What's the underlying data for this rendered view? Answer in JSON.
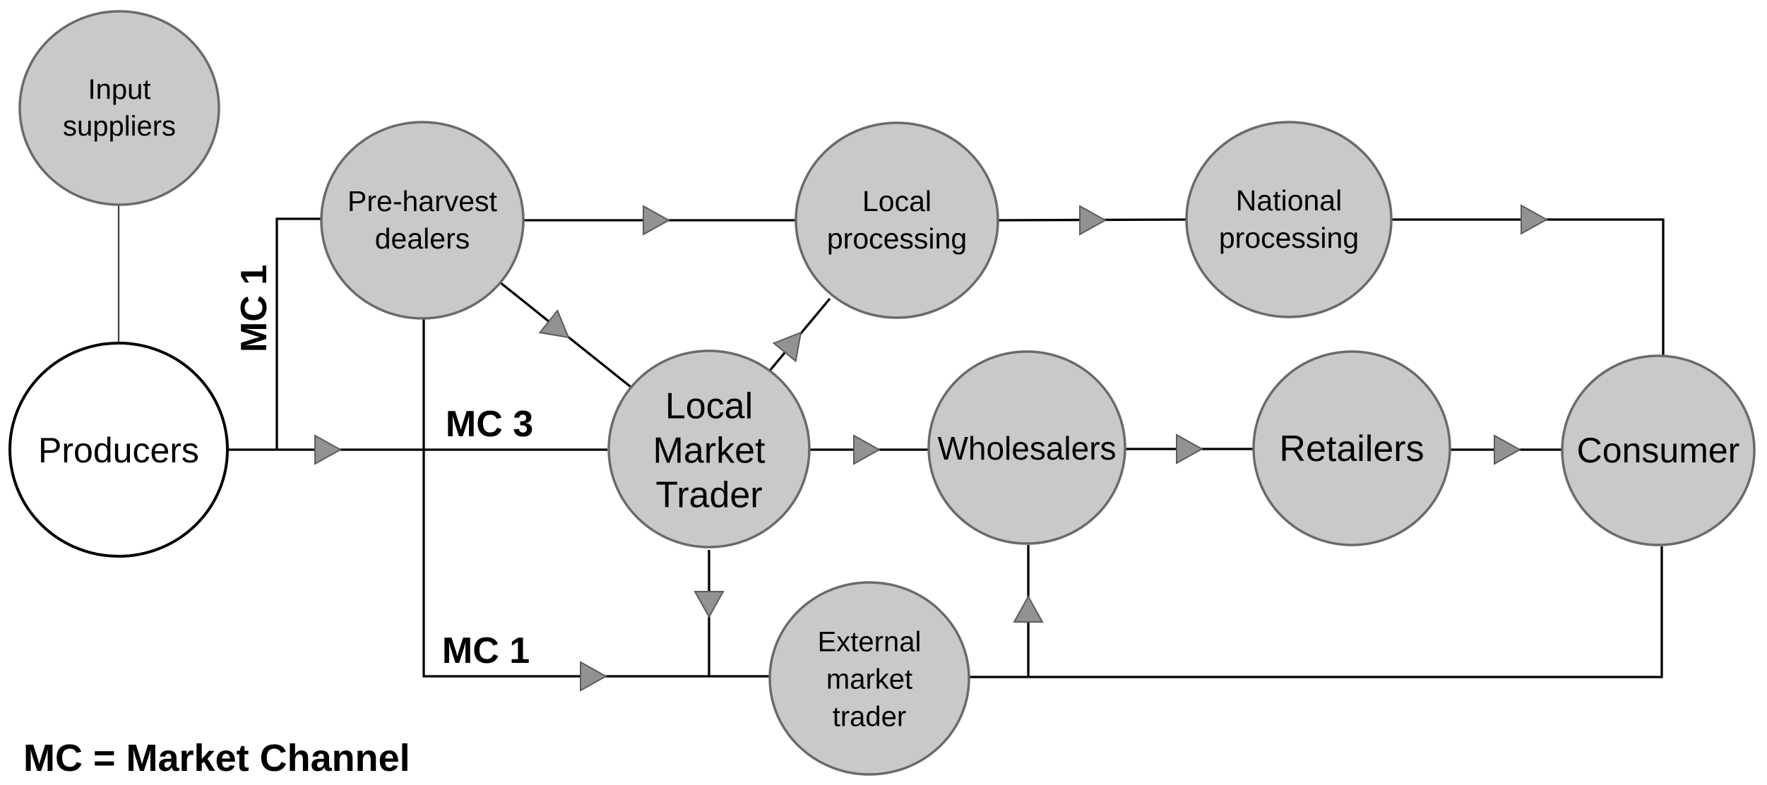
{
  "nodes": [
    {
      "id": "input-suppliers",
      "label": "Input\nsuppliers"
    },
    {
      "id": "producers",
      "label": "Producers"
    },
    {
      "id": "pre-harvest-dealers",
      "label": "Pre-harvest\ndealers"
    },
    {
      "id": "local-processing",
      "label": "Local\nprocessing"
    },
    {
      "id": "national-processing",
      "label": "National\nprocessing"
    },
    {
      "id": "local-market-trader",
      "label": "Local\nMarket\nTrader"
    },
    {
      "id": "wholesalers",
      "label": "Wholesalers"
    },
    {
      "id": "retailers",
      "label": "Retailers"
    },
    {
      "id": "consumer",
      "label": "Consumer"
    },
    {
      "id": "external-market-trader",
      "label": "External\nmarket\ntrader"
    }
  ],
  "channel_labels": {
    "mc1_top": "MC 1",
    "mc3": "MC 3",
    "mc1_bottom": "MC 1"
  },
  "legend": {
    "text": "MC = Market Channel"
  },
  "colors": {
    "background": "#ffffff",
    "node_fill": "#c9c9c9",
    "node_stroke": "#6a6a6a",
    "producers_fill": "#ffffff",
    "producers_stroke": "#000000",
    "edge_line": "#000000",
    "connector_thin": "#3f3f3f",
    "arrow_fill": "#929292",
    "arrow_stroke": "#5c5c5c",
    "text": "#000000"
  }
}
